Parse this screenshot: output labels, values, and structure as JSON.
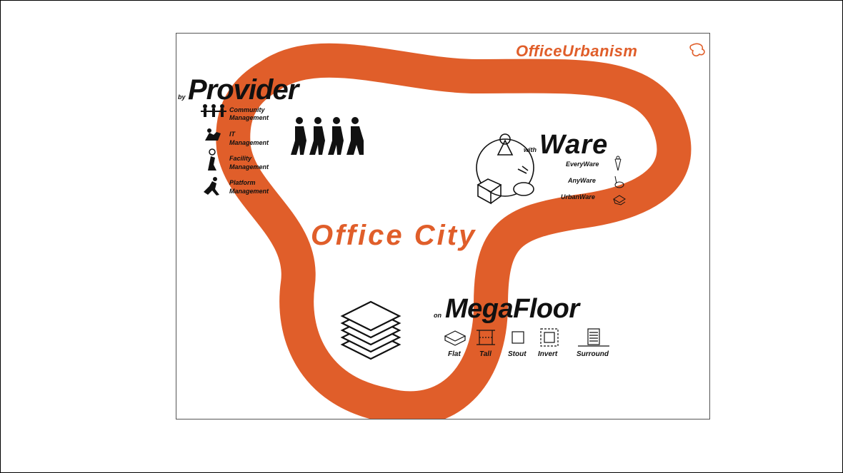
{
  "colors": {
    "accent": "#e05e2a",
    "ink": "#111111"
  },
  "brand": {
    "title": "OfficeUrbanism",
    "icon": "blob-outline-icon"
  },
  "center_title": "Office City",
  "provider": {
    "prefix": "by",
    "title": "Provider",
    "items": [
      {
        "line1": "Community",
        "line2": "Management",
        "icon": "community-people-icon"
      },
      {
        "line1": "IT",
        "line2": "Management",
        "icon": "it-worker-icon"
      },
      {
        "line1": "Facility",
        "line2": "Management",
        "icon": "facility-worker-icon"
      },
      {
        "line1": "Platform",
        "line2": "Management",
        "icon": "platform-runner-icon"
      }
    ]
  },
  "ware": {
    "prefix": "with",
    "title": "Ware",
    "items": [
      {
        "label": "EveryWare",
        "icon": "antenna-icon"
      },
      {
        "label": "AnyWare",
        "icon": "phone-icon"
      },
      {
        "label": "UrbanWare",
        "icon": "box-icon"
      }
    ]
  },
  "megafloor": {
    "prefix": "on",
    "title": "MegaFloor",
    "types": [
      {
        "label": "Flat",
        "icon": "flat-floor-icon"
      },
      {
        "label": "Tall",
        "icon": "tall-floor-icon"
      },
      {
        "label": "Stout",
        "icon": "stout-floor-icon"
      },
      {
        "label": "Invert",
        "icon": "invert-floor-icon"
      },
      {
        "label": "Surround",
        "icon": "surround-floor-icon"
      }
    ]
  }
}
